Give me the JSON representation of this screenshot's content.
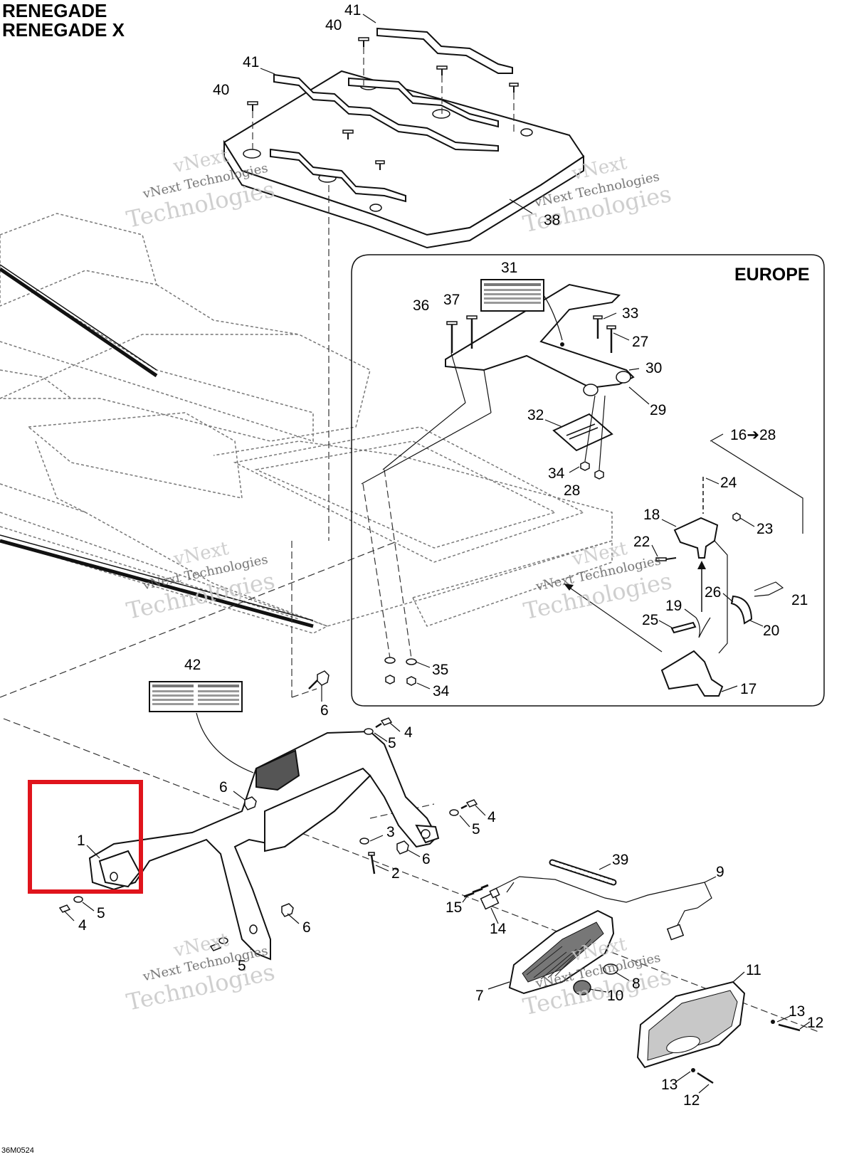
{
  "header": {
    "model_line_1": "RENEGADE",
    "model_line_2": "RENEGADE X"
  },
  "inset": {
    "title": "EUROPE"
  },
  "footer": {
    "drawing_code": "36M0524"
  },
  "watermark": {
    "line_1": "vNext Technologies",
    "line_2": "Technologies",
    "line_3": "vNext"
  },
  "highlight": {
    "part_number": "1",
    "color": "#e0141c"
  },
  "warning_labels": [
    {
      "part_number": "31"
    },
    {
      "part_number": "42"
    }
  ],
  "callouts": [
    {
      "label": "41"
    },
    {
      "label": "40"
    },
    {
      "label": "41"
    },
    {
      "label": "40"
    },
    {
      "label": "38"
    },
    {
      "label": "31"
    },
    {
      "label": "36"
    },
    {
      "label": "37"
    },
    {
      "label": "33"
    },
    {
      "label": "27"
    },
    {
      "label": "30"
    },
    {
      "label": "29"
    },
    {
      "label": "32"
    },
    {
      "label": "16➔28"
    },
    {
      "label": "34"
    },
    {
      "label": "28"
    },
    {
      "label": "24"
    },
    {
      "label": "18"
    },
    {
      "label": "23"
    },
    {
      "label": "22"
    },
    {
      "label": "26"
    },
    {
      "label": "21"
    },
    {
      "label": "19"
    },
    {
      "label": "25"
    },
    {
      "label": "20"
    },
    {
      "label": "35"
    },
    {
      "label": "34"
    },
    {
      "label": "17"
    },
    {
      "label": "42"
    },
    {
      "label": "6"
    },
    {
      "label": "4"
    },
    {
      "label": "5"
    },
    {
      "label": "6"
    },
    {
      "label": "4"
    },
    {
      "label": "5"
    },
    {
      "label": "3"
    },
    {
      "label": "1"
    },
    {
      "label": "6"
    },
    {
      "label": "2"
    },
    {
      "label": "39"
    },
    {
      "label": "9"
    },
    {
      "label": "5"
    },
    {
      "label": "4"
    },
    {
      "label": "15"
    },
    {
      "label": "14"
    },
    {
      "label": "6"
    },
    {
      "label": "5"
    },
    {
      "label": "8"
    },
    {
      "label": "7"
    },
    {
      "label": "10"
    },
    {
      "label": "11"
    },
    {
      "label": "13"
    },
    {
      "label": "12"
    },
    {
      "label": "13"
    },
    {
      "label": "12"
    }
  ]
}
